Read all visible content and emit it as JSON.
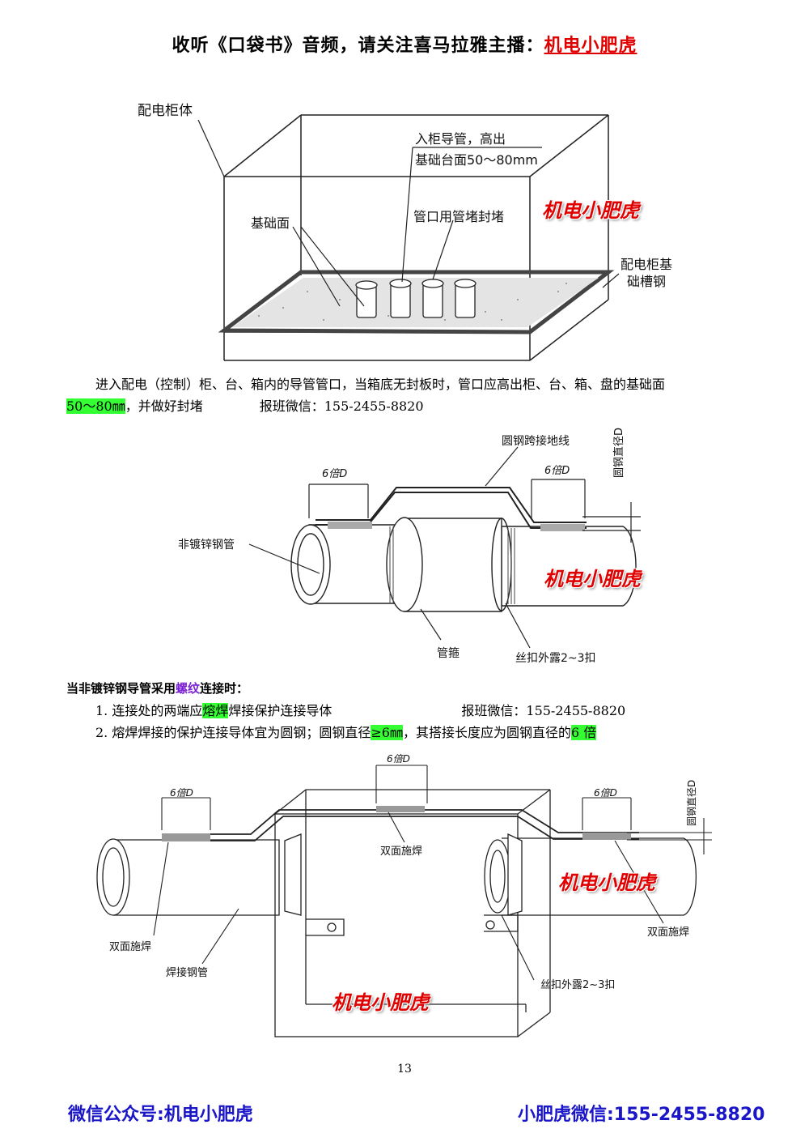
{
  "header": {
    "prefix": "收听《口袋书》音频，请关注喜马拉雅主播：",
    "name": "机电小肥虎"
  },
  "fig1": {
    "label_cabinet": "配电柜体",
    "label_pipe_line1": "入柜导管，高出",
    "label_pipe_line2": "基础台面50～80mm",
    "label_base_surface": "基础面",
    "label_plug": "管口用管堵封堵",
    "label_channel_line1": "配电柜基",
    "label_channel_line2": "础槽钢",
    "watermark": "机电小肥虎"
  },
  "para1": {
    "line1": "进入配电（控制）柜、台、箱内的导管管口，当箱底无封板时，管口应高出柜、台、箱、盘的基础面",
    "hl": "50～80㎜",
    "rest": "，并做好封堵",
    "contact": "报班微信：155-2455-8820"
  },
  "fig2": {
    "label_jumper": "圆钢跨接地线",
    "label_6d_left": "6倍D",
    "label_6d_right": "6倍D",
    "label_diameter": "圆钢直径D",
    "label_pipe": "非镀锌钢管",
    "label_coupling": "管箍",
    "label_thread": "丝扣外露2~3扣",
    "watermark": "机电小肥虎"
  },
  "para2": {
    "title_a": "当非镀锌钢导管采用",
    "title_b": "螺纹",
    "title_c": "连接时：",
    "item1_a": "1. 连接处的两端应",
    "item1_b": "熔焊",
    "item1_c": "焊接保护连接导体",
    "item1_contact": "报班微信：155-2455-8820",
    "item2_a": "2. 熔焊焊接的保护连接导体宜为圆钢；圆钢直径",
    "item2_b": "≥6㎜",
    "item2_c": "，其搭接长度应为圆钢直径的",
    "item2_d": "6 倍"
  },
  "fig3": {
    "label_6d_top": "6倍D",
    "label_6d_left": "6倍D",
    "label_6d_right": "6倍D",
    "label_diameter": "圆钢直径D",
    "label_weld_center": "双面施焊",
    "label_weld_left": "双面施焊",
    "label_weld_right": "双面施焊",
    "label_weld_pipe": "焊接钢管",
    "label_thread": "丝扣外露2~3扣",
    "watermark_1": "机电小肥虎",
    "watermark_2": "机电小肥虎"
  },
  "page_number": "13",
  "footer": {
    "left": "微信公众号:机电小肥虎",
    "right": "小肥虎微信:155-2455-8820"
  }
}
